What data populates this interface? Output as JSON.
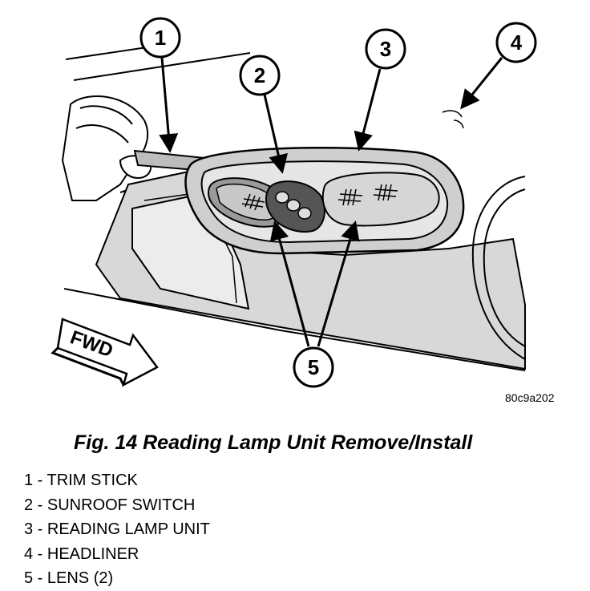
{
  "figure": {
    "fwd_label": "FWD",
    "image_id": "80c9a202",
    "callouts": [
      "1",
      "2",
      "3",
      "4",
      "5"
    ]
  },
  "caption": "Fig. 14 Reading Lamp Unit Remove/Install",
  "legend": [
    "1 - TRIM STICK",
    "2 - SUNROOF SWITCH",
    "3 - READING LAMP UNIT",
    "4 - HEADLINER",
    "5 - LENS (2)"
  ]
}
